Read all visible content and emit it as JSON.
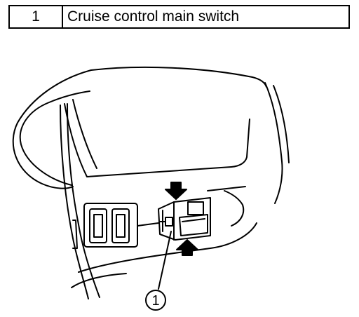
{
  "legend": {
    "rows": [
      {
        "number": "1",
        "description": "Cruise control main switch"
      }
    ]
  },
  "diagram": {
    "callout_number": "1"
  }
}
